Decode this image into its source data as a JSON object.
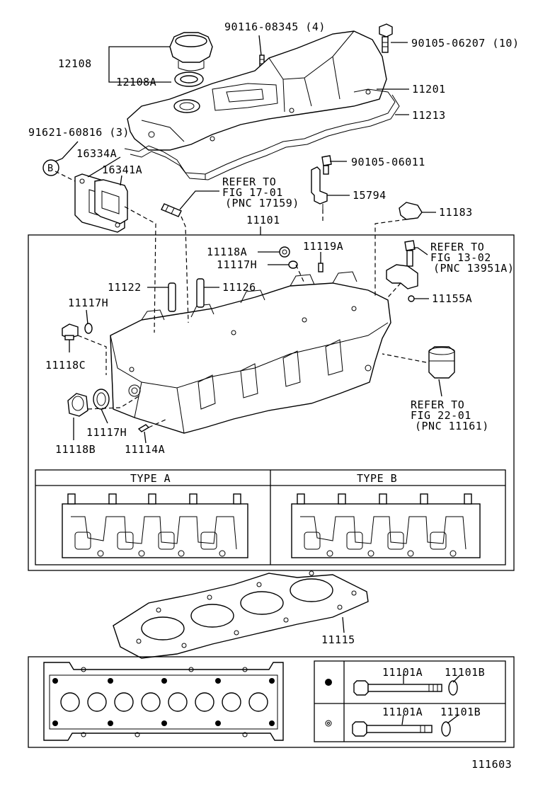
{
  "labels": {
    "p90116": "90116-08345 (4)",
    "p90105_06207": "90105-06207 (10)",
    "p12108": "12108",
    "p12108A": "12108A",
    "p11201": "11201",
    "p11213": "11213",
    "p91621": "91621-60816 (3)",
    "p16334A": "16334A",
    "p16341A": "16341A",
    "b_marker": "B",
    "p90105_06011": "90105-06011",
    "refer1_a": "REFER TO",
    "refer1_b": "FIG 17-01",
    "refer1_c": "(PNC 17159)",
    "p15794": "15794",
    "p11183": "11183",
    "p11101": "11101",
    "p11118A": "11118A",
    "p11119A": "11119A",
    "p11117H_top": "11117H",
    "refer2_a": "REFER TO",
    "refer2_b": "FIG 13-02",
    "refer2_c": "(PNC 13951A)",
    "p11122": "11122",
    "p11126": "11126",
    "p11117H_left": "11117H",
    "p11155A": "11155A",
    "p11118C": "11118C",
    "refer3_a": "REFER TO",
    "refer3_b": "FIG 22-01",
    "refer3_c": "(PNC 11161)",
    "p11117H_bot": "11117H",
    "p11118B": "11118B",
    "p11114A": "11114A",
    "type_a": "TYPE A",
    "type_b": "TYPE B",
    "p11115": "11115",
    "p11101A_1": "11101A",
    "p11101B_1": "11101B",
    "p11101A_2": "11101A",
    "p11101B_2": "11101B",
    "fig_no": "111603"
  }
}
